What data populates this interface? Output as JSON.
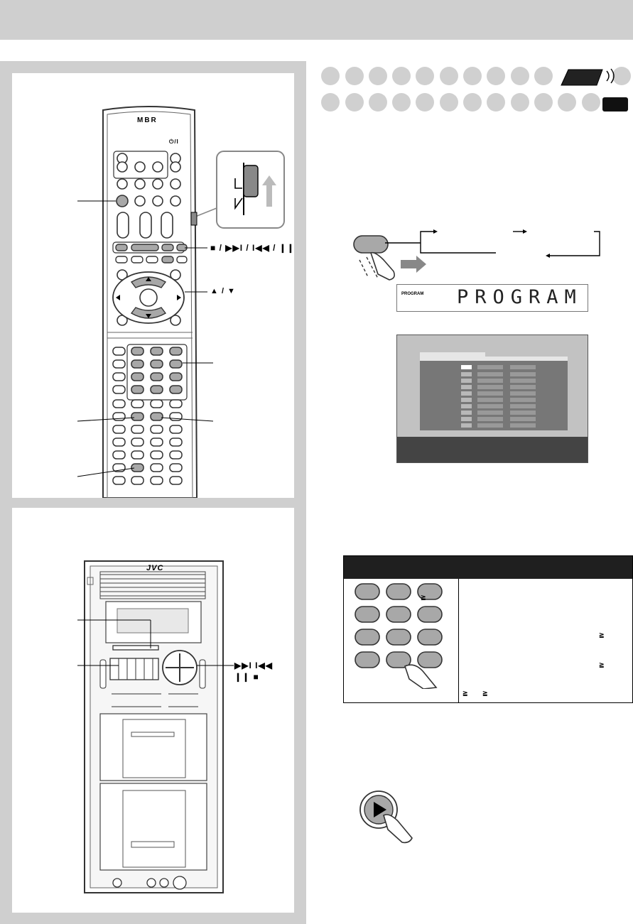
{
  "remote": {
    "brand": "MBR",
    "mode_glyph": "⏻/I",
    "transport_glyphs": "■ / ▶▶I / I◀◀ / ❙❙",
    "cursor_glyphs": "▲ / ▼",
    "minus": "–",
    "plus": "+"
  },
  "unit": {
    "brand": "JVC",
    "skip_glyphs": "▶▶I  I◀◀",
    "pause_stop_glyphs": "❙❙  ■"
  },
  "display": {
    "small_label": "PROGRAM",
    "segment_text": "PROGRAM"
  },
  "number_table": {
    "ge_symbol": "≧"
  }
}
